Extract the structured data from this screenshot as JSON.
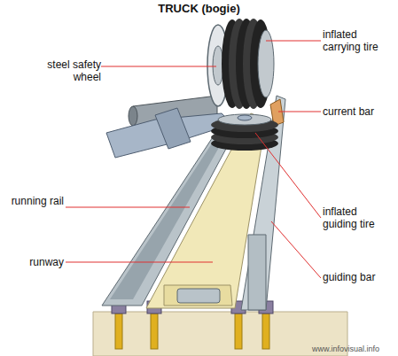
{
  "diagram": {
    "title": "TRUCK (bogie)",
    "labels": [
      "steel safety wheel",
      "inflated carrying tire",
      "current bar",
      "running rail",
      "inflated guiding tire",
      "runway",
      "guiding bar",
      "www.infovisual.info"
    ]
  }
}
